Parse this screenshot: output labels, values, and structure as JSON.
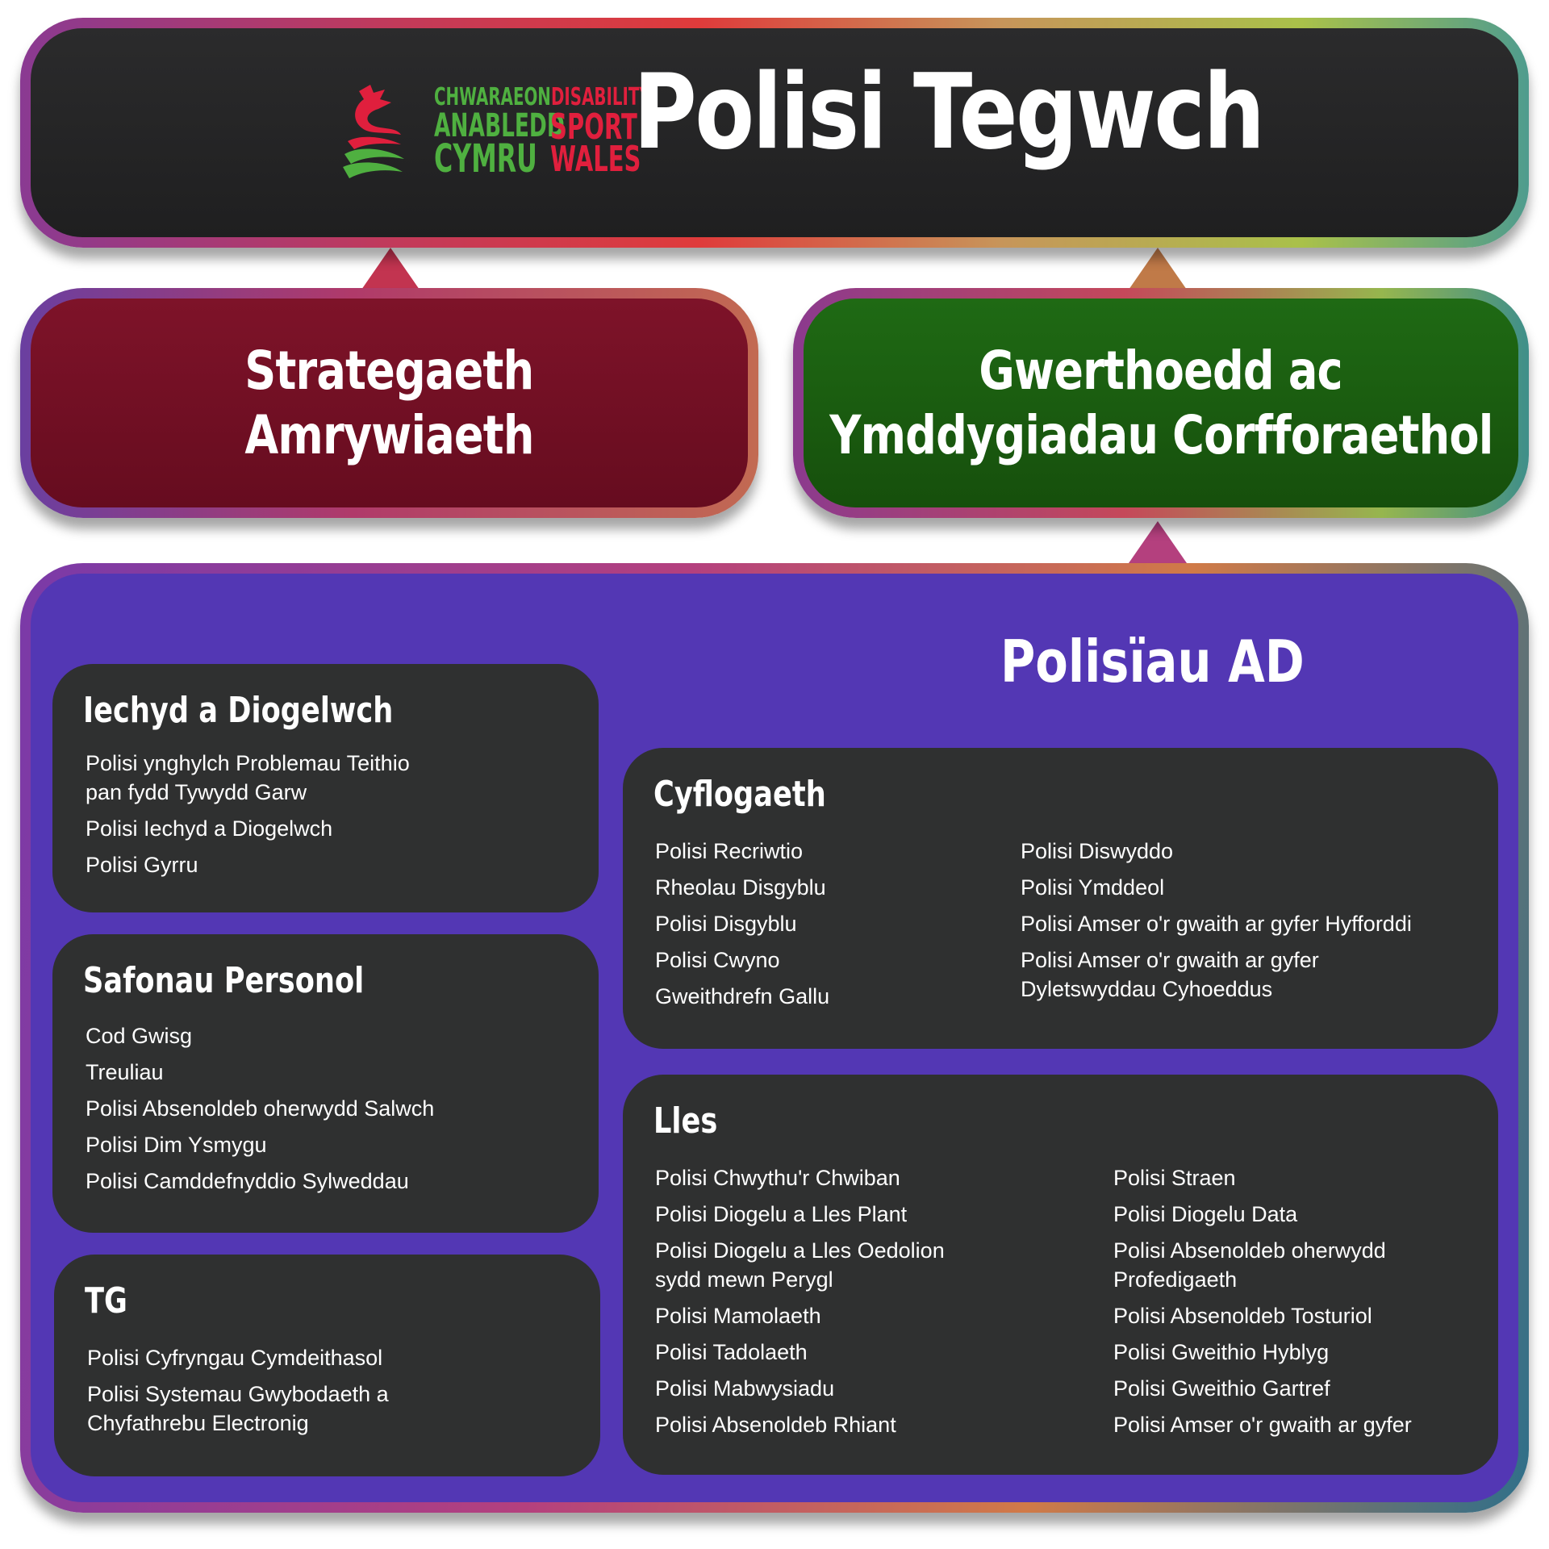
{
  "colors": {
    "header_bg": "#242425",
    "strategy_bg": "#7a1127",
    "values_bg": "#1b5d10",
    "hr_bg": "#5337b4",
    "card_bg": "#2f3030",
    "logo_green": "#4fb040",
    "logo_red": "#e01f3d"
  },
  "logo": {
    "line1_green": "CHWARAEON",
    "line1_red": "DISABILITY",
    "line2_green": "ANABLEDD",
    "line2_red": "SPORT",
    "line3_green": "CYMRU",
    "line3_red": "WALES",
    "icon": "welsh-dragon-icon"
  },
  "header": {
    "title": "Polisi Tegwch"
  },
  "strategy": {
    "line1": "Strategaeth",
    "line2": "Amrywiaeth"
  },
  "values": {
    "line1": "Gwerthoedd ac",
    "line2": "Ymddygiadau Corfforaethol"
  },
  "hr": {
    "title": "Polisïau AD",
    "health": {
      "title": "Iechyd a Diogelwch",
      "items": [
        "Polisi ynghylch Problemau Teithio\npan fydd Tywydd Garw",
        "Polisi Iechyd a Diogelwch",
        "Polisi Gyrru"
      ]
    },
    "personal": {
      "title": "Safonau Personol",
      "items": [
        "Cod Gwisg",
        "Treuliau",
        "Polisi Absenoldeb oherwydd Salwch",
        "Polisi Dim Ysmygu",
        "Polisi Camddefnyddio Sylweddau"
      ]
    },
    "it": {
      "title": "TG",
      "items": [
        "Polisi Cyfryngau Cymdeithasol",
        "Polisi Systemau Gwybodaeth a\nChyfathrebu Electronig"
      ]
    },
    "employment": {
      "title": "Cyflogaeth",
      "col1": [
        "Polisi Recriwtio",
        "Rheolau Disgyblu",
        "Polisi Disgyblu",
        "Polisi Cwyno",
        "Gweithdrefn Gallu"
      ],
      "col2": [
        "Polisi Diswyddo",
        "Polisi Ymddeol",
        "Polisi Amser o'r gwaith ar gyfer Hyfforddi",
        "Polisi Amser o'r gwaith ar gyfer\nDyletswyddau Cyhoeddus"
      ]
    },
    "wellbeing": {
      "title": "Lles",
      "col1": [
        "Polisi Chwythu'r Chwiban",
        "Polisi Diogelu a Lles Plant",
        "Polisi Diogelu a Lles Oedolion\nsydd mewn Perygl",
        "Polisi Mamolaeth",
        "Polisi Tadolaeth",
        "Polisi Mabwysiadu",
        "Polisi Absenoldeb Rhiant"
      ],
      "col2": [
        "Polisi Straen",
        "Polisi Diogelu Data",
        "Polisi Absenoldeb oherwydd\nProfedigaeth",
        "Polisi Absenoldeb Tosturiol",
        "Polisi Gweithio Hyblyg",
        "Polisi Gweithio Gartref",
        "Polisi Amser o'r gwaith ar gyfer"
      ]
    }
  }
}
